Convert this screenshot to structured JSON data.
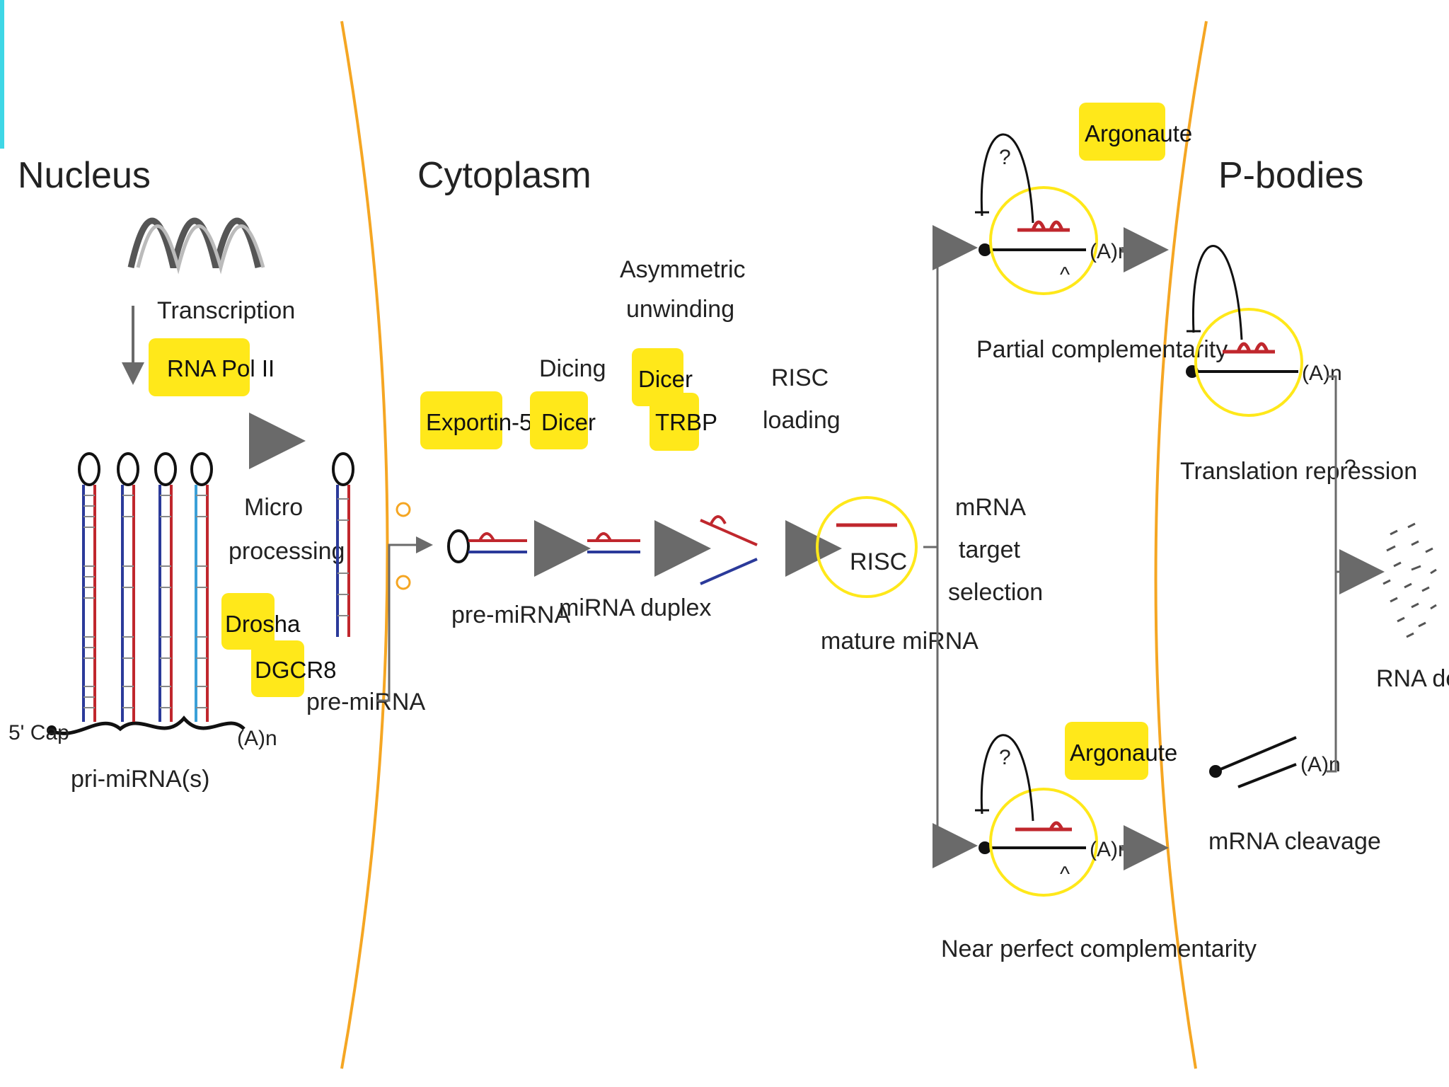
{
  "compartments": {
    "nucleus": "Nucleus",
    "cytoplasm": "Cytoplasm",
    "pbodies": "P-bodies"
  },
  "labels": {
    "transcription": "Transcription",
    "micro_line1": "Micro",
    "micro_line2": "processing",
    "five_cap": "5' Cap",
    "polyA": "(A)n",
    "pri_mirna": "pri-miRNA(s)",
    "pre_mirna_nuc": "pre-miRNA",
    "pre_mirna_cyto": "pre-miRNA",
    "dicing": "Dicing",
    "asym_line1": "Asymmetric",
    "asym_line2": "unwinding",
    "mirna_duplex": "miRNA duplex",
    "risc_loading_line1": "RISC",
    "risc_loading_line2": "loading",
    "risc": "RISC",
    "mature_mirna": "mature miRNA",
    "target_line1": "mRNA",
    "target_line2": "target",
    "target_line3": "selection",
    "partial": "Partial complementarity",
    "near_perfect": "Near perfect complementarity",
    "question": "?",
    "translation_repression": "Translation repression",
    "mrna_cleavage": "mRNA cleavage",
    "rna_decay": "RNA decay",
    "a_caret": "^"
  },
  "proteins": {
    "rna_pol": "RNA Pol II",
    "drosha": "Drosha",
    "dgcr8": "DGCR8",
    "exportin": "Exportin-5",
    "dicer1": "Dicer",
    "dicer2": "Dicer",
    "trbp": "TRBP",
    "argonaute1": "Argonaute",
    "argonaute2": "Argonaute"
  },
  "colors": {
    "membrane": "#f5a623",
    "highlight": "#ffe81a",
    "mirna_red": "#c0272d",
    "mirna_blue": "#2b3a9a",
    "arrow": "#6a6a6a"
  }
}
